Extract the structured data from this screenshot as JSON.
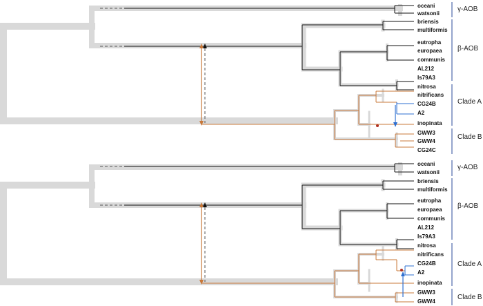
{
  "panels": [
    {
      "leaves": [
        "oceani",
        "watsonii",
        "briensis",
        "multiformis",
        "eutropha",
        "europaea",
        "communis",
        "AL212",
        "Is79A3",
        "nitrosa",
        "nitrificans",
        "CG24B",
        "A2",
        "inopinata",
        "GWW3",
        "GWW4",
        "CG24C"
      ],
      "clades": [
        {
          "label": "γ-AOB"
        },
        {
          "label": "β-AOB"
        },
        {
          "label": "Clade A"
        },
        {
          "label": "Clade B"
        }
      ]
    },
    {
      "leaves": [
        "oceani",
        "watsonii",
        "briensis",
        "multiformis",
        "eutropha",
        "europaea",
        "communis",
        "AL212",
        "Is79A3",
        "nitrosa",
        "nitrificans",
        "CG24B",
        "A2",
        "inopinata",
        "GWW3",
        "GWW4"
      ],
      "clades": [
        {
          "label": "γ-AOB"
        },
        {
          "label": "β-AOB"
        },
        {
          "label": "Clade A"
        },
        {
          "label": "Clade B"
        }
      ]
    }
  ],
  "colors": {
    "halo": "#d9d9d9",
    "branch": "#111111",
    "transfer": "#c8783a",
    "highlight": "#2e6fd0",
    "bracket": "#2a4a9a",
    "marker": "#b03020"
  }
}
